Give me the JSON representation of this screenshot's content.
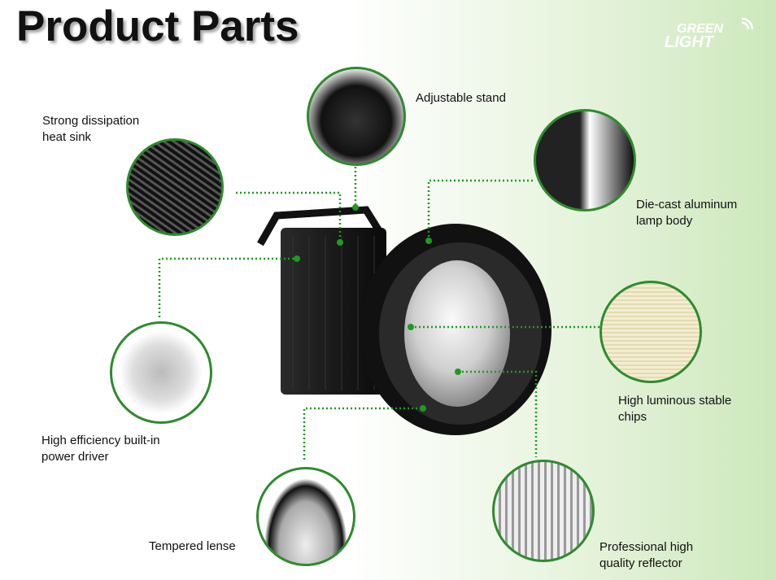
{
  "title": "Product Parts",
  "logo": {
    "line1": "GREEN",
    "line2": "LIGHT"
  },
  "parts": [
    {
      "label": "Strong dissipation\nheat sink"
    },
    {
      "label": "Adjustable stand"
    },
    {
      "label": "Die-cast aluminum\nlamp body"
    },
    {
      "label": "High efficiency built-in\npower driver"
    },
    {
      "label": "High luminous stable\nchips"
    },
    {
      "label": "Tempered lense"
    },
    {
      "label": "Professional high\nquality reflector"
    }
  ],
  "colors": {
    "accent": "#2e8b2e",
    "dot": "#1f9a1f"
  }
}
